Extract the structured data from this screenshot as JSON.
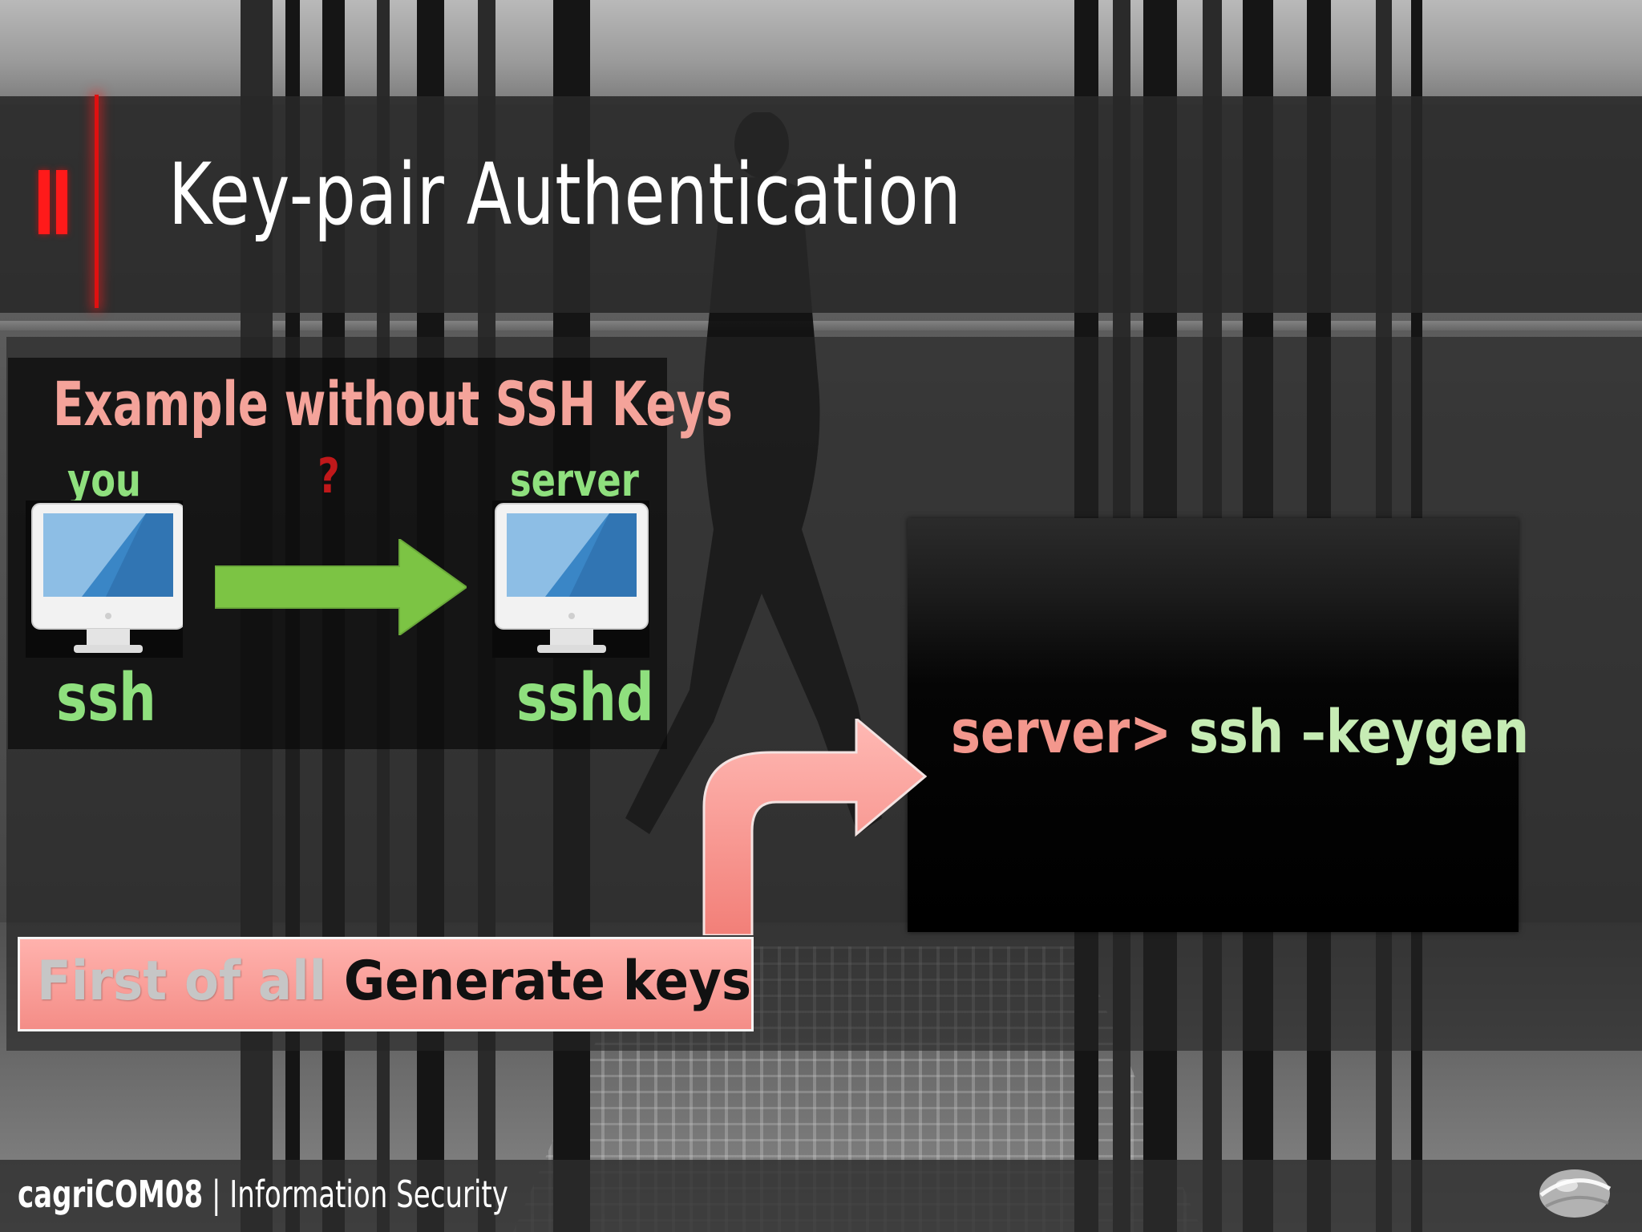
{
  "slide": {
    "title": "Key-pair Authentication"
  },
  "example": {
    "title": "Example without SSH Keys",
    "client_label": "you",
    "question": "?",
    "server_label": "server",
    "client_program": "ssh",
    "server_program": "sshd"
  },
  "terminal": {
    "prompt": "server>",
    "command": " ssh –keygen"
  },
  "callout": {
    "faded_text": "First of all ",
    "strong_text": "Generate keys"
  },
  "footer": {
    "brand": "cagriCOM08",
    "separator": " | ",
    "course": "Information Security"
  },
  "colors": {
    "accent_red": "#e01010",
    "heading_pink": "#f4a39a",
    "label_green": "#8fe07e",
    "callout_pink": "#f48d87",
    "command_green": "#c6ecb4"
  },
  "icons": {
    "client_computer": "monitor-icon",
    "server_computer": "monitor-icon",
    "connection_arrow": "right-arrow-icon",
    "pointer_arrow": "curved-arrow-icon",
    "logo": "globe-logo-icon"
  }
}
